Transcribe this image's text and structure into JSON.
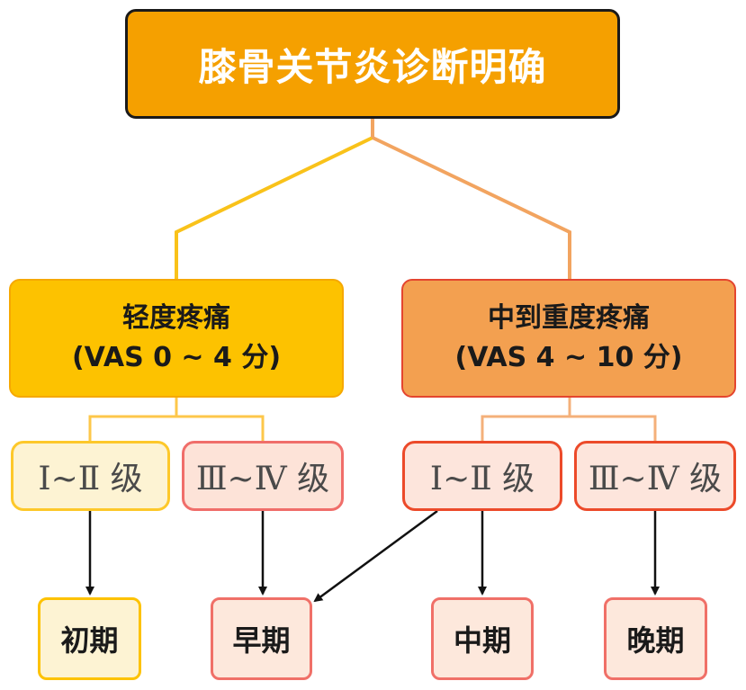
{
  "title": "膝骨关节炎诊断明确",
  "categories": [
    {
      "line1": "轻度疼痛",
      "line2": "(VAS 0 ~ 4 分)"
    },
    {
      "line1": "中到重度疼痛",
      "line2": "(VAS 4 ~ 10 分)"
    }
  ],
  "grades": [
    "Ⅰ~Ⅱ 级",
    "Ⅲ~Ⅳ 级",
    "Ⅰ~Ⅱ 级",
    "Ⅲ~Ⅳ 级"
  ],
  "stages": [
    "初期",
    "早期",
    "中期",
    "晚期"
  ],
  "colors": {
    "title_fill": "#f5a000",
    "mild_fill": "#fdc200",
    "severe_fill": "#f3a050",
    "yellow_border": "#fdc82a",
    "red_border": "#f06e6a"
  }
}
